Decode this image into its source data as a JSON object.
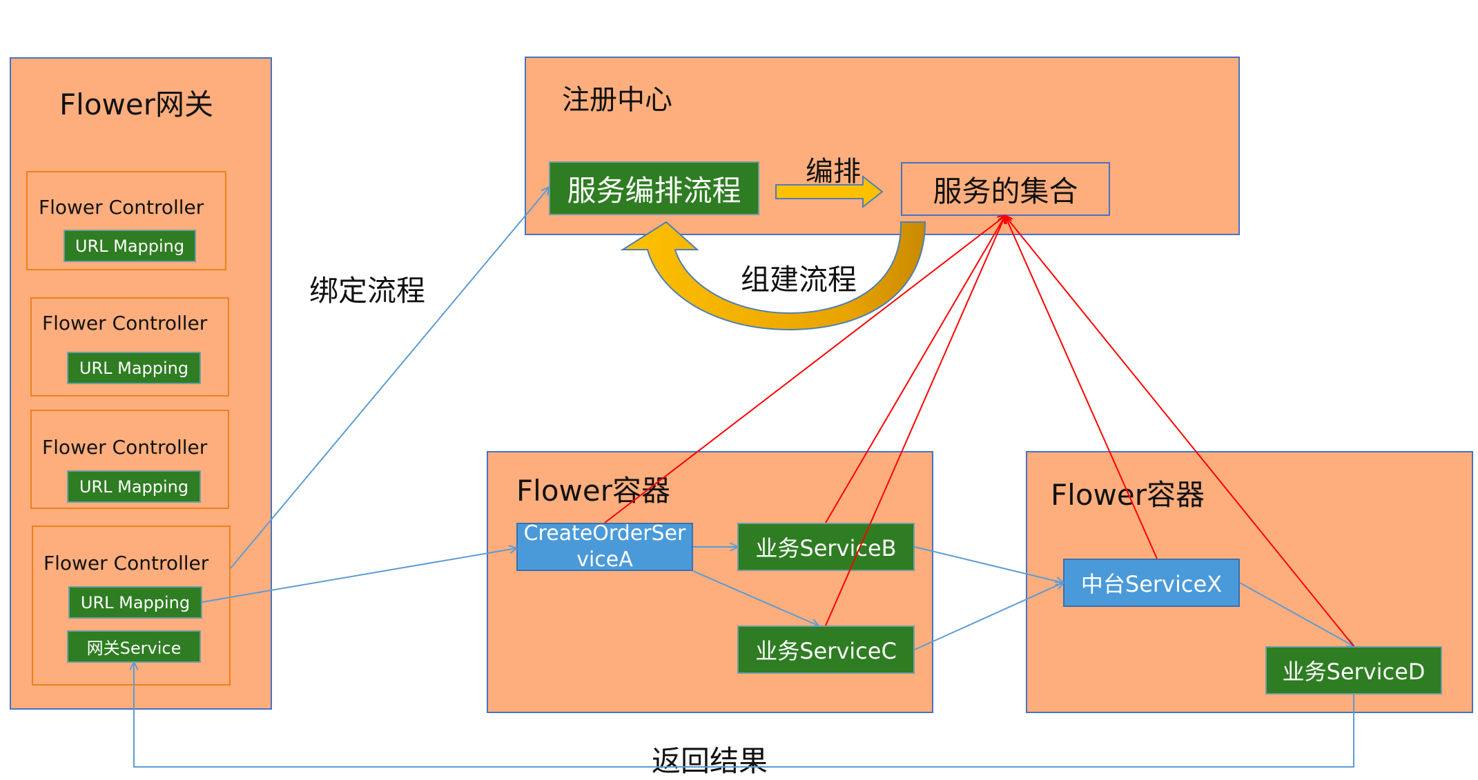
{
  "gateway": {
    "title": "Flower网关",
    "controllers": [
      {
        "title": "Flower Controller",
        "mapping": "URL Mapping"
      },
      {
        "title": "Flower Controller",
        "mapping": "URL Mapping"
      },
      {
        "title": "Flower Controller",
        "mapping": "URL Mapping"
      },
      {
        "title": "Flower Controller",
        "mapping": "URL Mapping",
        "service": "网关Service"
      }
    ]
  },
  "registry": {
    "title": "注册中心",
    "flow_box": "服务编排流程",
    "services_box": "服务的集合",
    "orchestrate_label": "编排",
    "build_label": "组建流程"
  },
  "labels": {
    "bind_flow": "绑定流程",
    "return_result": "返回结果"
  },
  "container1": {
    "title": "Flower容器",
    "service_a": "CreateOrderServiceA",
    "service_b": "业务ServiceB",
    "service_c": "业务ServiceC"
  },
  "container2": {
    "title": "Flower容器",
    "service_x": "中台ServiceX",
    "service_d": "业务ServiceD"
  },
  "colors": {
    "box_fill": "#fdae7c",
    "box_border": "#4472c4",
    "green": "#2e7d22",
    "blue": "#4a9ada",
    "arrow_blue": "#5b9bd5",
    "arrow_red": "#ff0000",
    "yellow": "#ffc000"
  }
}
